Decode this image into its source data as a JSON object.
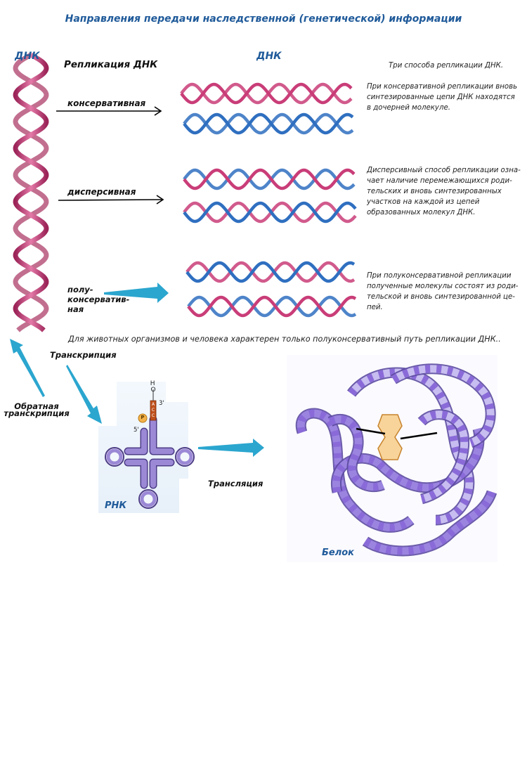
{
  "title": "Направления передачи наследственной (генетической) информации",
  "dna_left_label": "ДНК",
  "dna_center_label": "ДНК",
  "replication_title": "Репликация ДНК",
  "methods": {
    "conservative": "консервативная",
    "dispersive": "дисперсивная",
    "semiconservative": [
      "полу-",
      "консерватив-",
      "ная"
    ]
  },
  "descriptions": {
    "header": "Три способа репликации ДНК.",
    "conservative": [
      "При консервативной репликации вновь",
      "синтезированные цепи ДНК находятся",
      "в дочерней молекуле."
    ],
    "dispersive": [
      "Дисперсивный способ репликации озна-",
      "чает наличие перемежающихся роди-",
      "тельских и вновь синтезированных",
      "участков на каждой из цепей",
      "образованных молекул ДНК."
    ],
    "semiconservative": [
      "При полуконсервативной репликации",
      "полученные молекулы состоят из роди-",
      "тельской и вновь синтезированной це-",
      "пей."
    ]
  },
  "note": "Для животных организмов и  человека характерен только  полуконсервативный путь  репликации ДНК..",
  "processes": {
    "transcription": "Транскрипция",
    "reverse_transcription": [
      "Обратная",
      "транскрипция"
    ],
    "translation": "Трансляция"
  },
  "rna_label": "РНК",
  "protein_label": "Белок",
  "trna": {
    "ho": "H O",
    "three_prime": "3'",
    "five_prime": "5'",
    "phosphate": "P",
    "anticodon": "ACC"
  },
  "colors": {
    "title": "#1f5a9a",
    "pink": "#c93d78",
    "blue": "#2f6fc0",
    "arrow": "#2ba6cf",
    "rna": "#8a74c4",
    "protein": "#8a6ad8"
  }
}
